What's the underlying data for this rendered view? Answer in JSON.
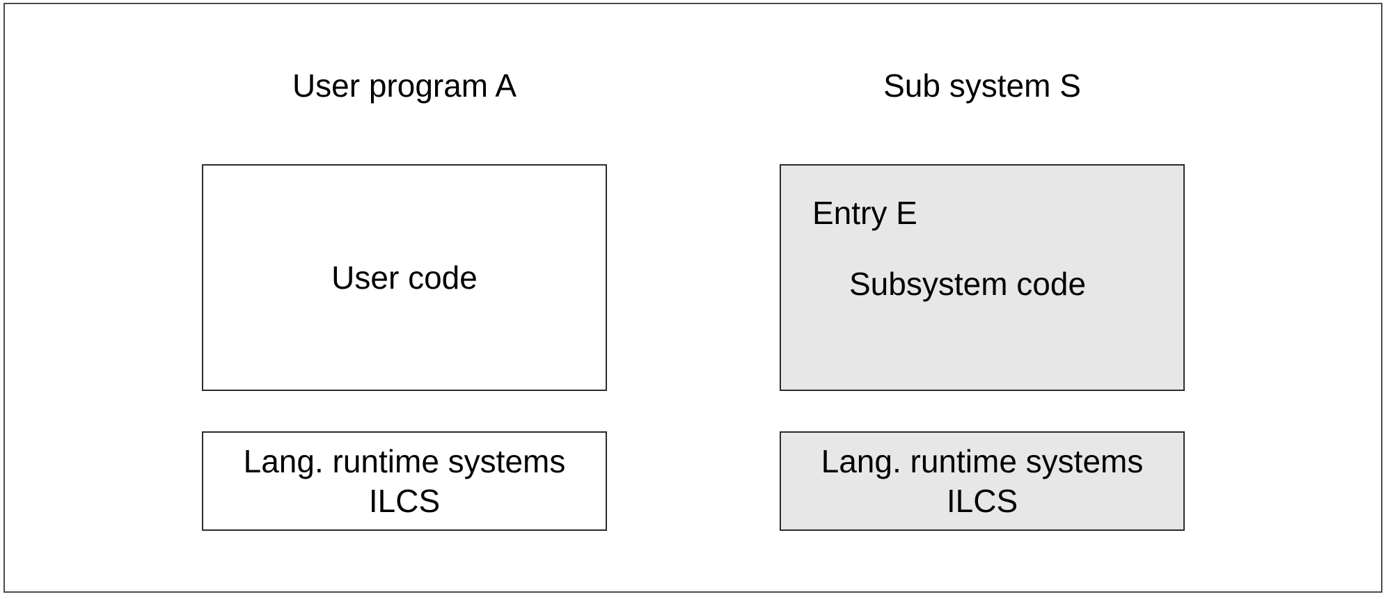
{
  "figure": {
    "background": "#ffffff",
    "frame_border_color": "#4a4a4a",
    "box_border_color": "#2b2b2b",
    "gray_fill": "#e7e7e7",
    "white_fill": "#ffffff",
    "text_color": "#000000"
  },
  "columns": [
    {
      "title": "User program A",
      "code_box": {
        "label": "User code"
      },
      "runtime_box": {
        "line1": "Lang. runtime systems",
        "line2": "ILCS"
      }
    },
    {
      "title": "Sub system S",
      "code_box": {
        "entry": "Entry E",
        "label": "Subsystem code"
      },
      "runtime_box": {
        "line1": "Lang. runtime systems",
        "line2": "ILCS"
      }
    }
  ]
}
